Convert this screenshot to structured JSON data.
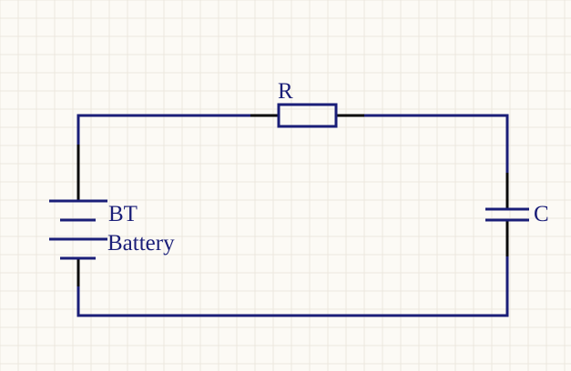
{
  "schematic": {
    "background_color": "#fcfaf5",
    "grid_color": "#ece8df",
    "wire_color": "#1a1e78",
    "component_color": "#1a1e78",
    "stub_color": "#0a0a0a",
    "components": {
      "resistor": {
        "designator": "R"
      },
      "battery": {
        "designator": "BT",
        "comment": "Battery"
      },
      "capacitor": {
        "designator": "C"
      }
    }
  }
}
